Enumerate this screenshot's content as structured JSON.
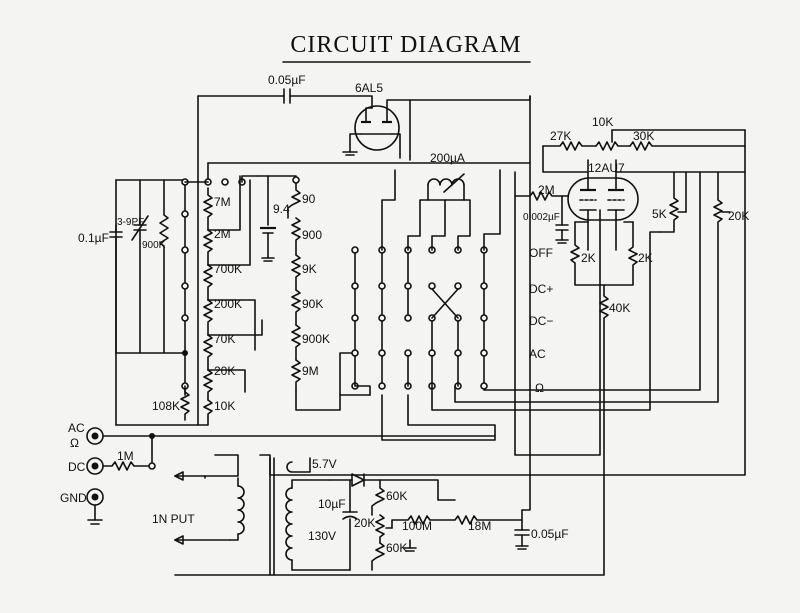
{
  "title": "CIRCUIT DIAGRAM",
  "tubes": {
    "rectifier": "6AL5",
    "amplifier": "12AU7"
  },
  "meter": "200µA",
  "inputs": {
    "ac": "AC",
    "ohm": "Ω",
    "dc": "DC",
    "gnd": "GND",
    "input": "1N PUT"
  },
  "components": {
    "c_coupling": "0.05µF",
    "c_input": "0.1µF",
    "c_trim": "3-9PF",
    "r_900k_in": "900K",
    "r_1m_in": "1M",
    "ladder_left": [
      "7M",
      "2M",
      "700K",
      "200K",
      "70K",
      "20K",
      "10K"
    ],
    "r_108k": "108K",
    "bat": "9.4",
    "ladder_right": [
      "90",
      "900",
      "9K",
      "90K",
      "900K",
      "9M"
    ],
    "r_27k": "27K",
    "r_10k_top": "10K",
    "r_30k": "30K",
    "r_2m": "2M",
    "c_002": "0.002µF",
    "r_2k_a": "2K",
    "r_2k_b": "2K",
    "r_40k": "40K",
    "pot_5k": "5K",
    "pot_20k": "20K",
    "heater": "5.7V",
    "c_10uf": "10µF",
    "v_130": "130V",
    "r_60k_a": "60K",
    "pot_20k_b": "20K",
    "r_100m": "100M",
    "r_18m": "18M",
    "r_60k_b": "60K",
    "c_005_b": "0.05µF"
  },
  "function_switch": [
    "OFF",
    "DC+",
    "DC−",
    "AC",
    "Ω"
  ]
}
